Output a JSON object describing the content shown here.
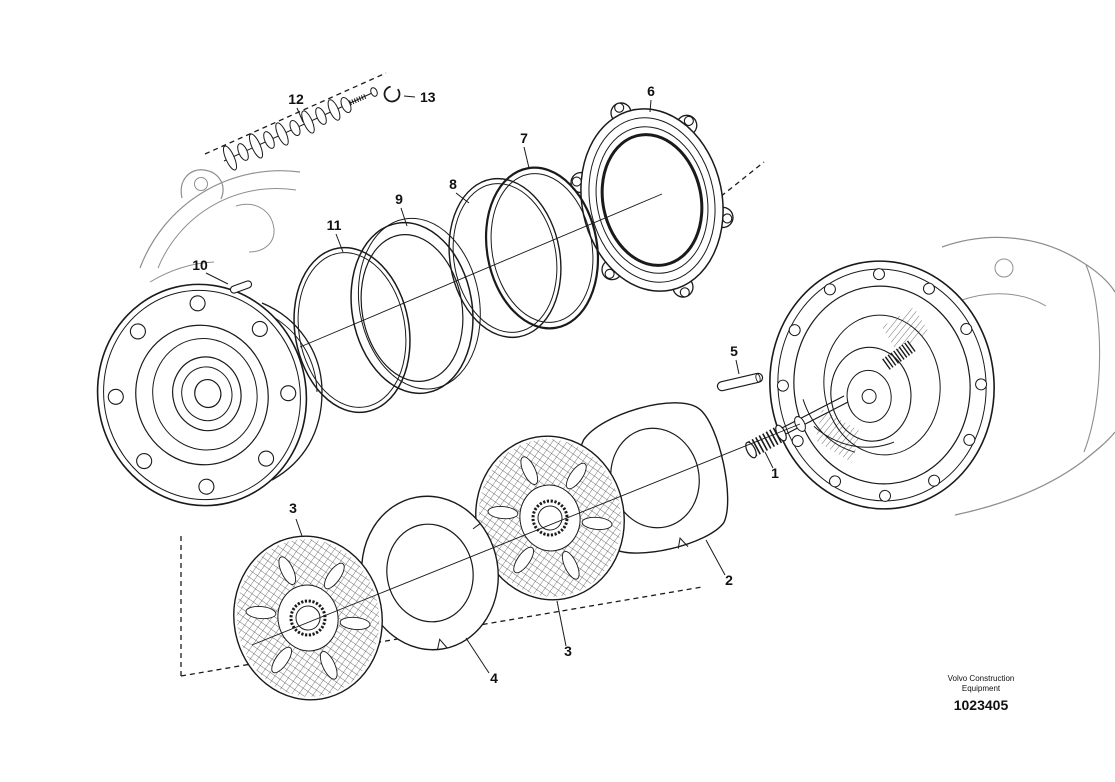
{
  "footer": {
    "brand_line1": "Volvo Construction",
    "brand_line2": "Equipment",
    "part_number": "1023405"
  },
  "callouts": {
    "c1": "1",
    "c2": "2",
    "c3_left": "3",
    "c3_right": "3",
    "c4": "4",
    "c5": "5",
    "c6": "6",
    "c7": "7",
    "c8": "8",
    "c9": "9",
    "c10": "10",
    "c11": "11",
    "c12": "12",
    "c13": "13"
  },
  "colors": {
    "line": "#1a1a1a",
    "ghost_line": "#8f8f8f",
    "background": "#ffffff"
  }
}
